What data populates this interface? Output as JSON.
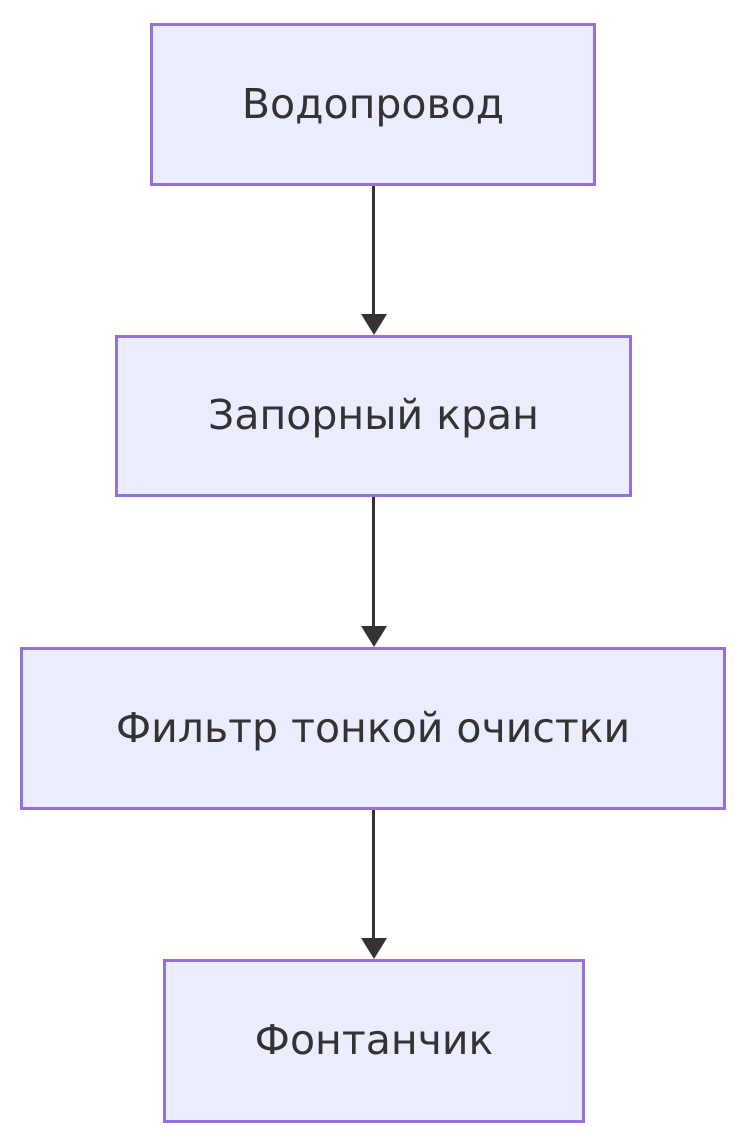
{
  "diagram": {
    "type": "flowchart",
    "direction": "top-down",
    "nodes": [
      {
        "label": "Водопровод"
      },
      {
        "label": "Запорный кран"
      },
      {
        "label": "Фильтр тонкой очистки"
      },
      {
        "label": "Фонтанчик"
      }
    ],
    "edges": [
      {
        "from": "Водопровод",
        "to": "Запорный кран",
        "style": "arrow-down"
      },
      {
        "from": "Запорный кран",
        "to": "Фильтр тонкой очистки",
        "style": "arrow-down"
      },
      {
        "from": "Фильтр тонкой очистки",
        "to": "Фонтанчик",
        "style": "arrow-down"
      }
    ]
  },
  "colors": {
    "node-fill": "#ECECFF",
    "node-border": "#9370DB",
    "node-text": "#333333",
    "arrow": "#333333",
    "background": "#FFFFFF"
  }
}
